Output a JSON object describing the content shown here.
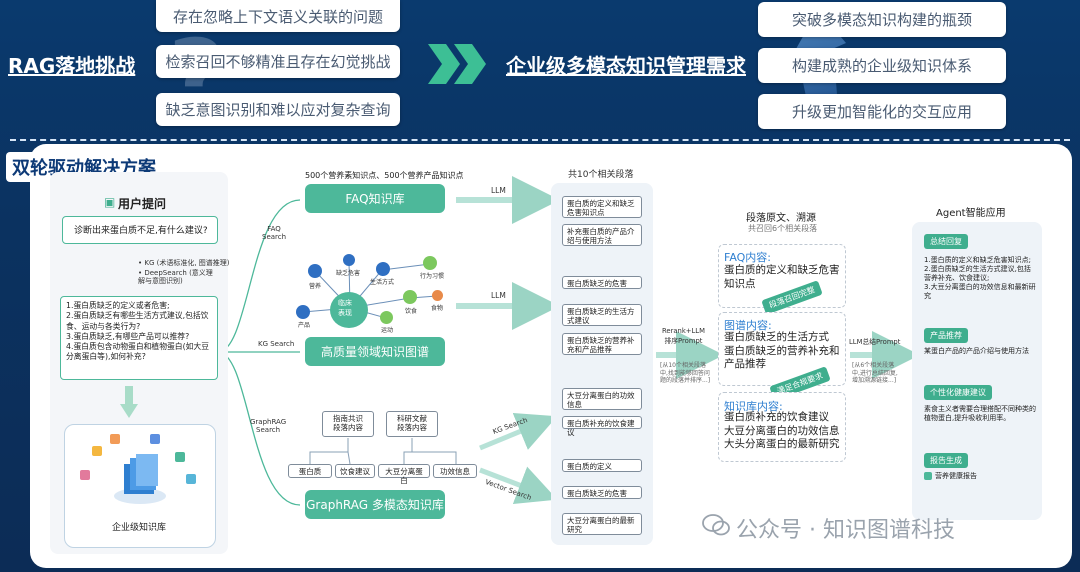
{
  "header": {
    "left_title": "RAG落地挑战",
    "challenges": [
      "存在忽略上下文语义关联的问题",
      "检索召回不够精准且存在幻觉挑战",
      "缺乏意图识别和难以应对复杂查询"
    ],
    "center_title": "企业级多模态知识管理需求",
    "goals": [
      "突破多模态知识构建的瓶颈",
      "构建成熟的企业级知识体系",
      "升级更加智能化的交互应用"
    ]
  },
  "solution_title": "双轮驱动解决方案",
  "user": {
    "title": "用户提问",
    "question": "诊断出来蛋白质不足,有什么建议?",
    "notes": [
      "• KG (术语标准化, 图谱推理)",
      "• DeepSearch (意义理解与意图识别)"
    ],
    "sub_questions": "1.蛋白质缺乏的定义或者危害;\n2.蛋白质缺乏有哪些生活方式建议,包括饮食、运动与各类行为?\n3.蛋白质缺乏,有哪些产品可以推荐?\n4.蛋白质包含动物蛋白和植物蛋白(如大豆分离蛋白等),如何补充?",
    "kb_label": "企业级知识库"
  },
  "sources": {
    "top_note": "500个营养素知识点、500个营养产品知识点",
    "faq_label": "FAQ知识库",
    "kg_label": "高质量领域知识图谱",
    "graphrag_label": "GraphRAG 多模态知识库",
    "branch_faq": "FAQ\nSearch",
    "branch_kg": "KG  Search",
    "branch_graphrag": "GraphRAG\nSearch",
    "kg_nodes": [
      "营养",
      "缺乏危害",
      "生活方式",
      "行为习惯",
      "临床\n表现",
      "饮食",
      "食物",
      "产品",
      "运动"
    ],
    "doc1": "指南共识\n段落内容",
    "doc2": "科研文献\n段落内容",
    "entity_tags": [
      "蛋白质",
      "饮食建议",
      "大豆分离蛋白",
      "功效信息"
    ]
  },
  "flows": {
    "llm1": "LLM",
    "llm2": "LLM",
    "kg_search": "KG Search",
    "vector_search": "Vector Search"
  },
  "paragraphs": {
    "title": "共10个相关段落",
    "items": [
      "蛋白质的定义和缺乏危害知识点",
      "补充蛋白质的产品介绍与使用方法",
      "蛋白质缺乏的危害",
      "蛋白质缺乏的生活方式建议",
      "蛋白质缺乏的营养补充和产品推荐",
      "大豆分离蛋白的功效信息",
      "蛋白质补充的饮食建议",
      "蛋白质的定义",
      "蛋白质缺乏的危害",
      "大豆分离蛋白的最新研究"
    ]
  },
  "rerank": {
    "label": "Rerank+LLM\n排序Prompt",
    "note": "[从10个相关段落\n中,找到能够回答问\n题的段落并排序...]"
  },
  "source_col": {
    "title": "段落原文、溯源",
    "subtitle": "共召回6个相关段落",
    "faq_head": "FAQ内容:",
    "faq_body": "蛋白质的定义和缺乏危害\n知识点",
    "stamp1": "段落召回完整",
    "kg_head": "图谱内容:",
    "kg_body": "蛋白质缺乏的生活方式\n蛋白质缺乏的营养补充和\n产品推荐",
    "stamp2": "满足合规要求",
    "kb_head": "知识库内容:",
    "kb_body": "蛋白质补充的饮食建议\n大豆分离蛋白的功效信息\n大头分离蛋白的最新研究"
  },
  "llm_summary": {
    "label": "LLM总结Prompt",
    "note": "[从6个相关段落\n中,进行总结回复,\n增加溯源链接...]"
  },
  "agent": {
    "title": "Agent智能应用",
    "sec1": "总结回复",
    "sec1_body": "1.蛋白质的定义和缺乏危害知识点;\n2.蛋白质缺乏的生活方式建议,包括营养补充、饮食建议;\n3.大豆分离蛋白的功效信息和最新研究",
    "sec2": "产品推荐",
    "sec2_body": "某蛋白产品的产品介绍与使用方法",
    "sec3": "个性化健康建议",
    "sec3_body": "素食主义者需要合理搭配不同种类的植物蛋白,提升吸收利用率。",
    "sec4": "报告生成",
    "sec4_body": "营养健康报告"
  },
  "watermark": "公众号 · 知识图谱科技",
  "colors": {
    "accent_green": "#4db89a",
    "header_bg": "#0b3260",
    "title_blue": "#0d3a77"
  }
}
